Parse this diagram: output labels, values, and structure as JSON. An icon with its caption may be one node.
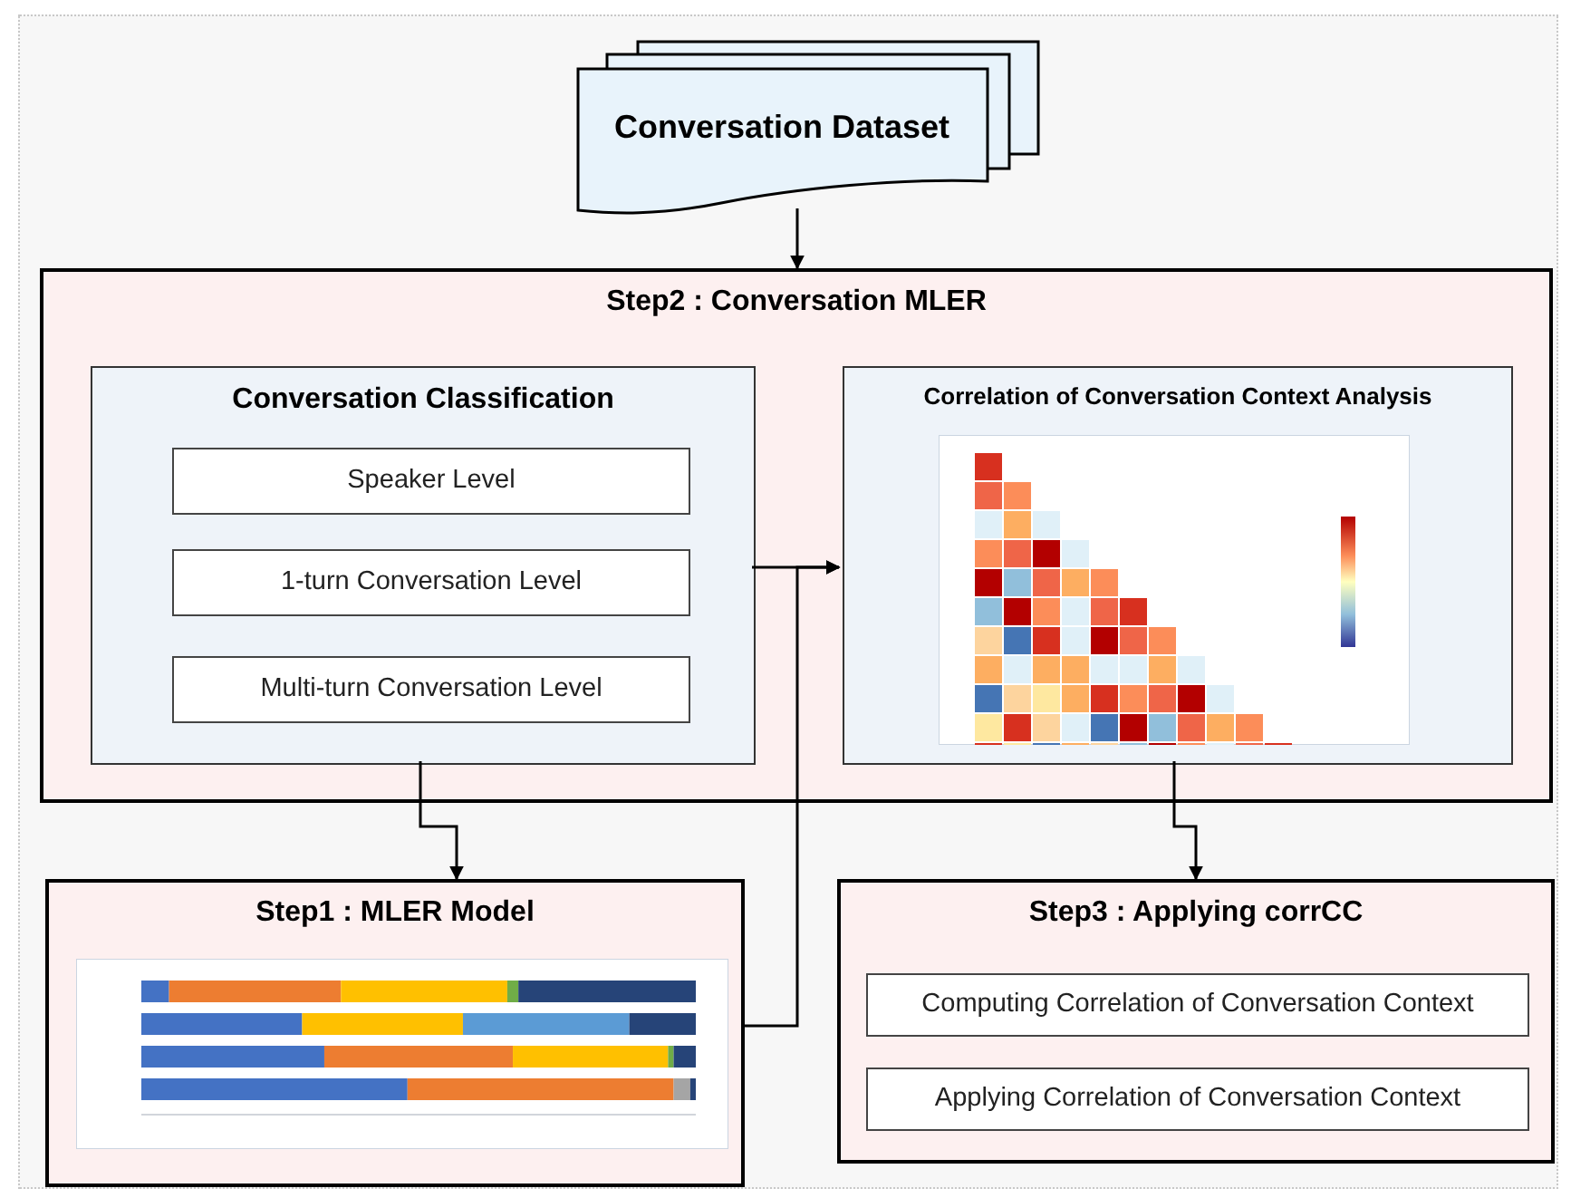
{
  "diagram": {
    "nodes": [
      {
        "text": [
          "Conversation Dataset"
        ]
      },
      {
        "text": [
          "Step2 : Conversation MLER"
        ]
      },
      {
        "text": [
          "Conversation Classification"
        ],
        "in": 1
      },
      {
        "text": [
          "Speaker Level"
        ],
        "in": 2
      },
      {
        "text": [
          "1-turn Conversation Level"
        ],
        "in": 2
      },
      {
        "text": [
          "Multi-turn Conversation Level"
        ],
        "in": 2
      },
      {
        "text": [
          "Correlation of Conversation Context Analysis"
        ],
        "in": 1
      },
      {
        "text": [
          "Step1 : MLER Model"
        ]
      },
      {
        "text": [
          "Step3 : Applying corrCC"
        ]
      },
      {
        "text": [
          "Computing Correlation of Conversation Context"
        ],
        "in": 8
      },
      {
        "text": [
          "Applying Correlation of Conversation Context"
        ],
        "in": 8
      }
    ],
    "edges": [
      {
        "from": 0,
        "to": 1,
        "arrow": "to"
      },
      {
        "from": 2,
        "to": 7,
        "arrow": "to"
      },
      {
        "from": 2,
        "to": 6,
        "arrow": "to"
      },
      {
        "from": 7,
        "to": 6,
        "arrow": "to"
      },
      {
        "from": 6,
        "to": 8,
        "arrow": "to"
      }
    ]
  }
}
